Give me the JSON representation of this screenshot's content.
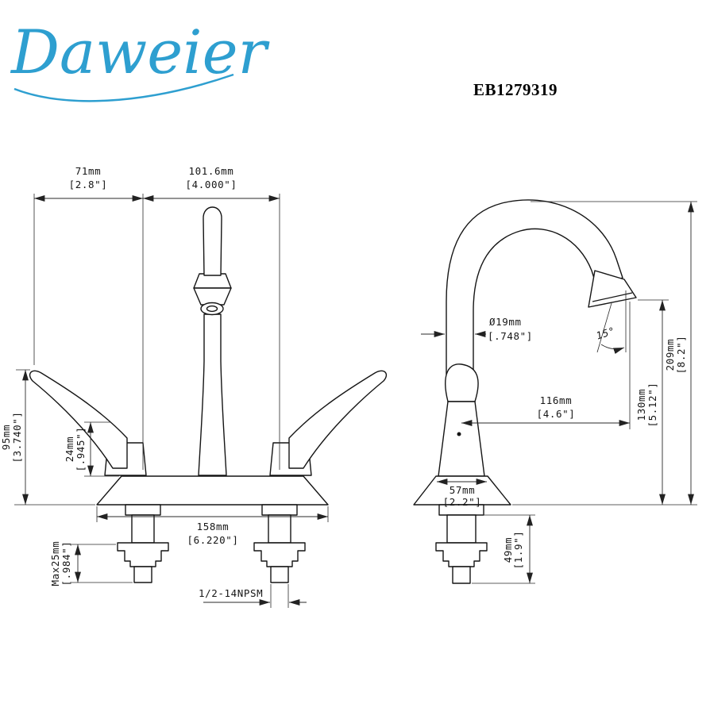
{
  "brand": "Daweier",
  "model": "EB1279319",
  "dims": {
    "w71_mm": "71mm",
    "w71_in": "[2.8\"]",
    "w1016_mm": "101.6mm",
    "w1016_in": "[4.000\"]",
    "h95_mm": "95mm",
    "h95_in": "[3.740\"]",
    "h24_mm": "24mm",
    "h24_in": "[.945\"]",
    "max25_mm": "Max25mm",
    "max25_in": "[.984\"]",
    "w158_mm": "158mm",
    "w158_in": "[6.220\"]",
    "thread": "1/2-14NPSM",
    "dia19_mm": "Ø19mm",
    "dia19_in": "[.748\"]",
    "angle15": "15°",
    "w116_mm": "116mm",
    "w116_in": "[4.6\"]",
    "h130_mm": "130mm",
    "h130_in": "[5.12\"]",
    "h209_mm": "209mm",
    "h209_in": "[8.2\"]",
    "w57_mm": "57mm",
    "w57_in": "[2.2\"]",
    "h49_mm": "49mm",
    "h49_in": "[1.9\"]"
  }
}
